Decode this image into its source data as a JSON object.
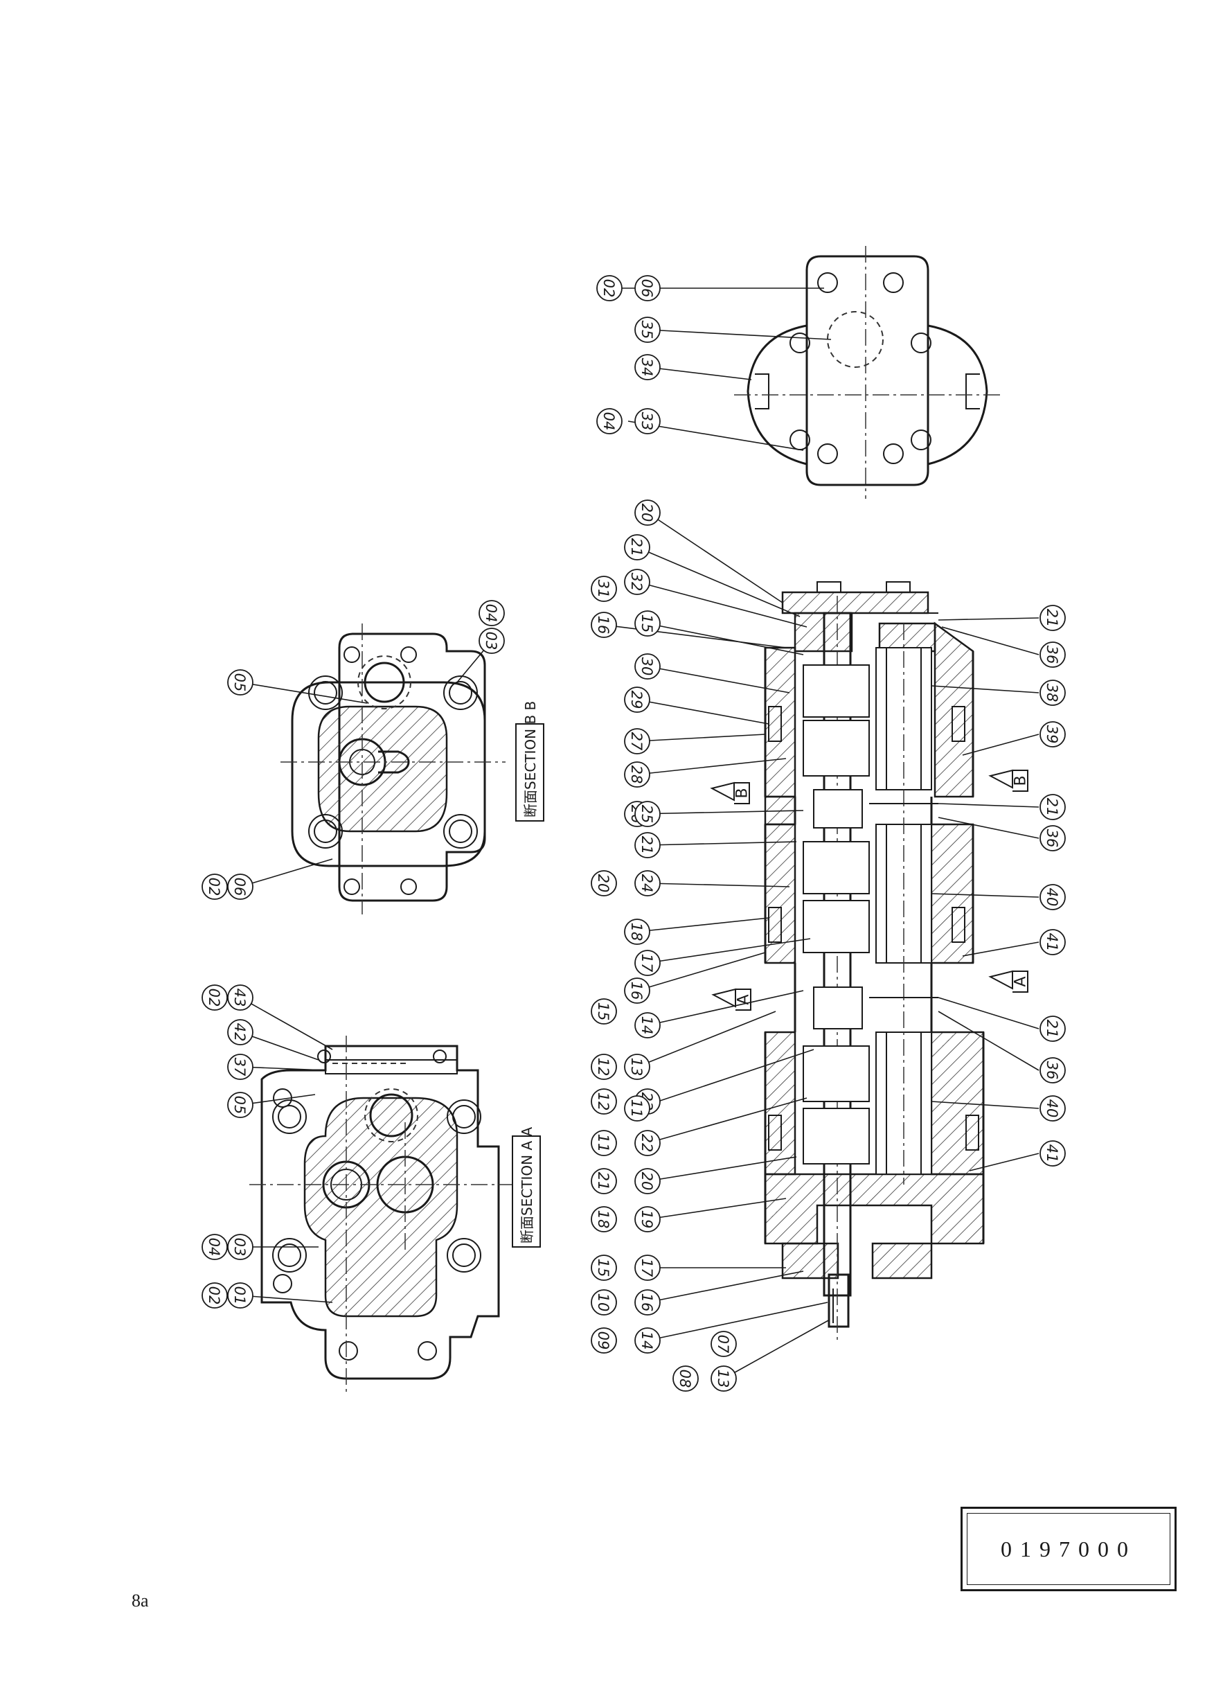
{
  "drawing_number": "0197000",
  "page_number": "8a",
  "section_aa": {
    "jp": "断面",
    "en": "SECTION A A"
  },
  "section_bb": {
    "jp": "断面",
    "en": "SECTION B B"
  },
  "view_markers": {
    "a": "A",
    "b": "B"
  },
  "callouts": {
    "view_aa": [
      "02",
      "43",
      "42",
      "37",
      "05",
      "04",
      "03",
      "02",
      "01"
    ],
    "view_bb": [
      "05",
      "03",
      "04",
      "02",
      "06"
    ],
    "end_view": [
      "02",
      "06",
      "35",
      "34",
      "04",
      "33"
    ],
    "section_top": [
      "20",
      "21",
      "31",
      "32",
      "16",
      "15",
      "30",
      "29",
      "27",
      "28",
      "26",
      "25",
      "21",
      "20",
      "24",
      "18",
      "17",
      "16",
      "15",
      "14",
      "13",
      "23",
      "12",
      "11",
      "22",
      "21",
      "20",
      "19",
      "18",
      "17",
      "15",
      "16",
      "14",
      "13",
      "12",
      "11",
      "10",
      "09",
      "08",
      "07"
    ],
    "section_bottom": [
      "21",
      "36",
      "38",
      "39",
      "21",
      "36",
      "40",
      "41",
      "21",
      "36",
      "40",
      "41"
    ]
  }
}
